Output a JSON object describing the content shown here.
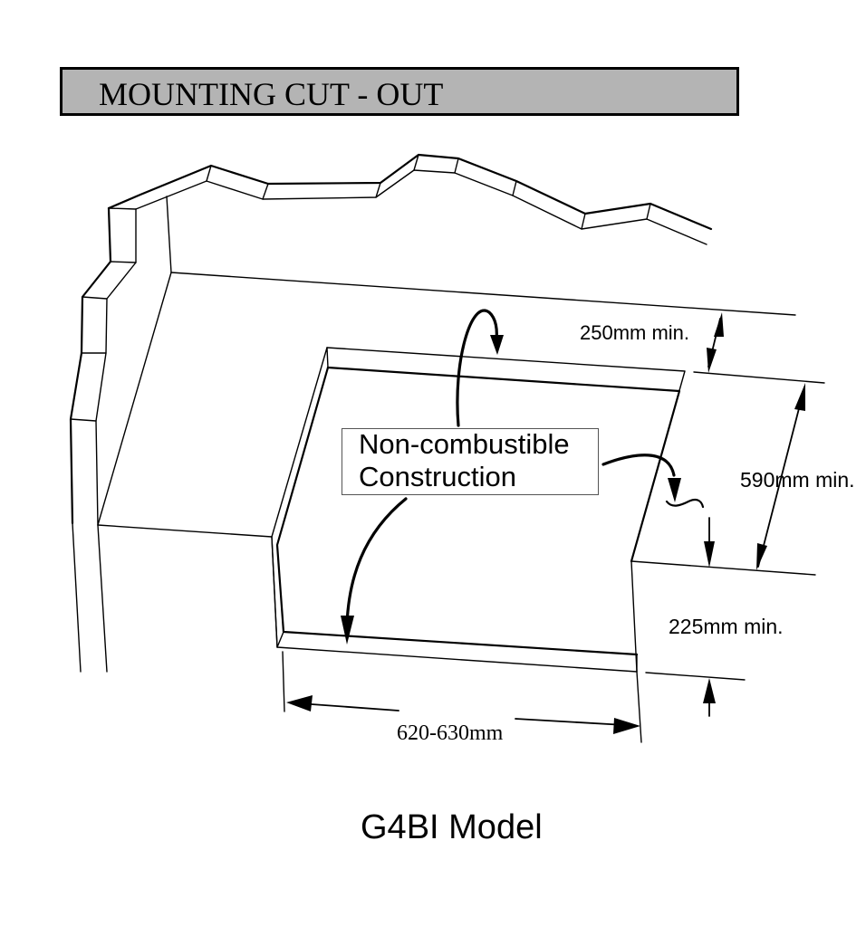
{
  "title": "MOUNTING CUT - OUT",
  "note": {
    "line1": "Non-combustible",
    "line2": "Construction"
  },
  "dimensions": {
    "rear_clearance": "250mm min.",
    "depth": "590mm min.",
    "front_clearance": "225mm min.",
    "width": "620-630mm"
  },
  "model": "G4BI Model",
  "colors": {
    "title_bar_fill": "#b4b4b4",
    "line": "#000000",
    "background": "#ffffff"
  }
}
